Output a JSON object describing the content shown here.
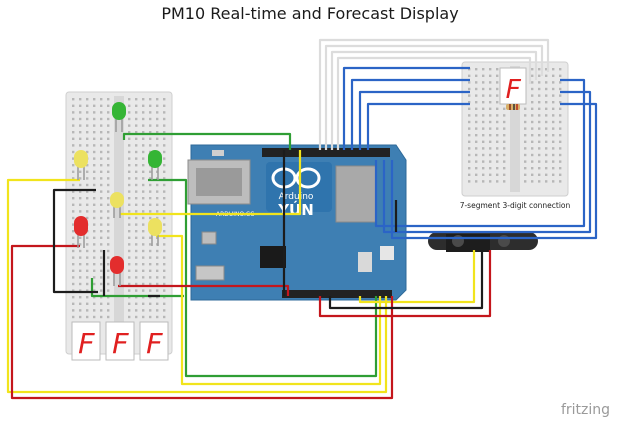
{
  "title": "PM10 Real-time and Forecast Display",
  "board": {
    "brand_logo": "ARDUINO.CC",
    "model": "YÚN",
    "logo_text": "Arduino"
  },
  "right_breadboard": {
    "caption": "7-segment 3-digit connection",
    "digit": "F"
  },
  "left_breadboard": {
    "digits": [
      "F",
      "F",
      "F"
    ]
  },
  "watermark": "fritzing",
  "colors": {
    "board_blue": "#3e7fb3",
    "wire_blue": "#2b64c6",
    "wire_red": "#c4161c",
    "wire_yellow": "#f1e41c",
    "wire_green": "#2f9e34",
    "wire_black": "#1c1c1c",
    "wire_white": "#f4f4f4",
    "led_green": "#35b535",
    "led_yellow": "#ece160",
    "led_red": "#e32d2d",
    "segment_red": "#e02020"
  }
}
